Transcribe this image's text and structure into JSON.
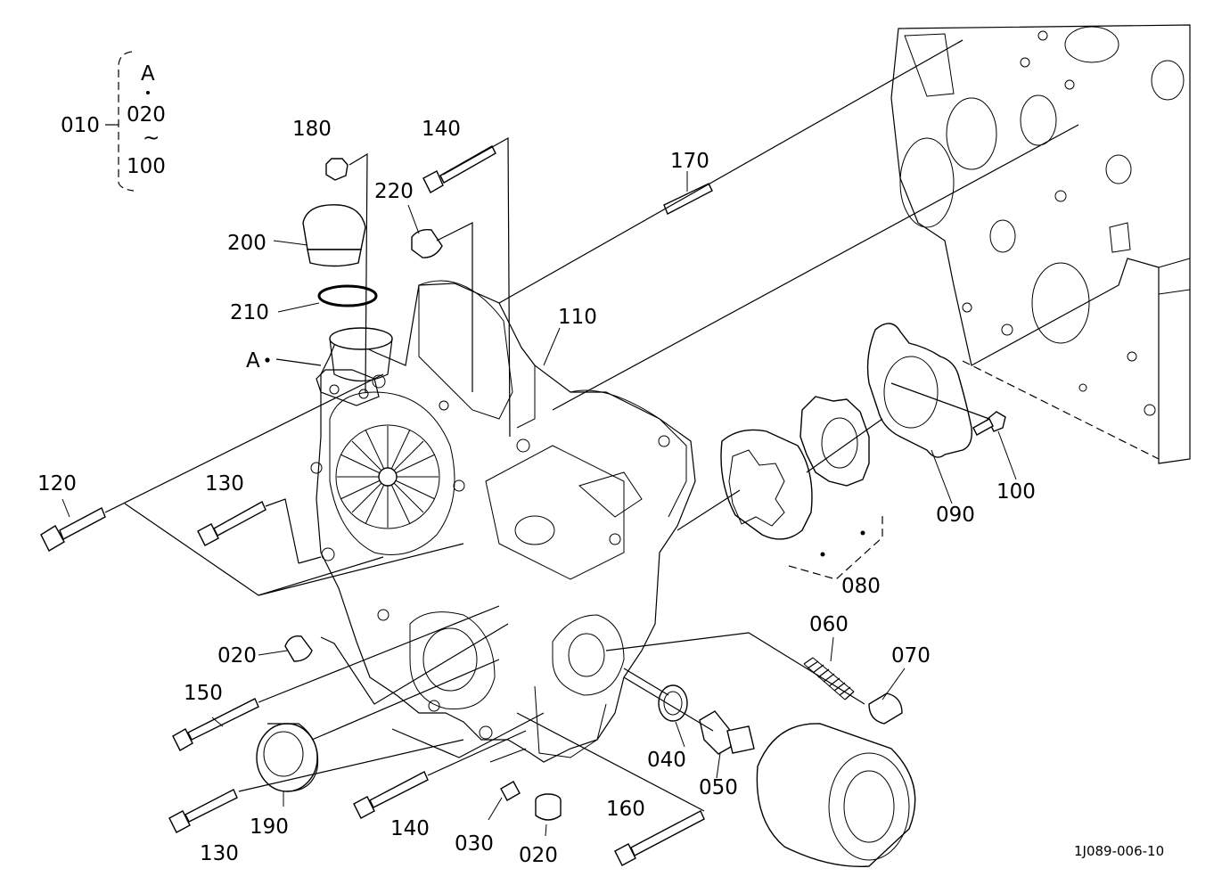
{
  "group_ref": {
    "item": "010",
    "letter": "A",
    "from": "020",
    "tilde": "~",
    "to": "100"
  },
  "reference_marker": "A",
  "drawing_code": "1J089-006-10",
  "callouts": [
    {
      "id": "c180",
      "text": "180"
    },
    {
      "id": "c140a",
      "text": "140"
    },
    {
      "id": "c170",
      "text": "170"
    },
    {
      "id": "c220",
      "text": "220"
    },
    {
      "id": "c200",
      "text": "200"
    },
    {
      "id": "c210",
      "text": "210"
    },
    {
      "id": "c110",
      "text": "110"
    },
    {
      "id": "c120",
      "text": "120"
    },
    {
      "id": "c130a",
      "text": "130"
    },
    {
      "id": "c020a",
      "text": "020"
    },
    {
      "id": "c150",
      "text": "150"
    },
    {
      "id": "c190",
      "text": "190"
    },
    {
      "id": "c130b",
      "text": "130"
    },
    {
      "id": "c140b",
      "text": "140"
    },
    {
      "id": "c030",
      "text": "030"
    },
    {
      "id": "c020b",
      "text": "020"
    },
    {
      "id": "c160",
      "text": "160"
    },
    {
      "id": "c040",
      "text": "040"
    },
    {
      "id": "c050",
      "text": "050"
    },
    {
      "id": "c060",
      "text": "060"
    },
    {
      "id": "c070",
      "text": "070"
    },
    {
      "id": "c080",
      "text": "080"
    },
    {
      "id": "c090",
      "text": "090"
    },
    {
      "id": "c100",
      "text": "100"
    }
  ]
}
